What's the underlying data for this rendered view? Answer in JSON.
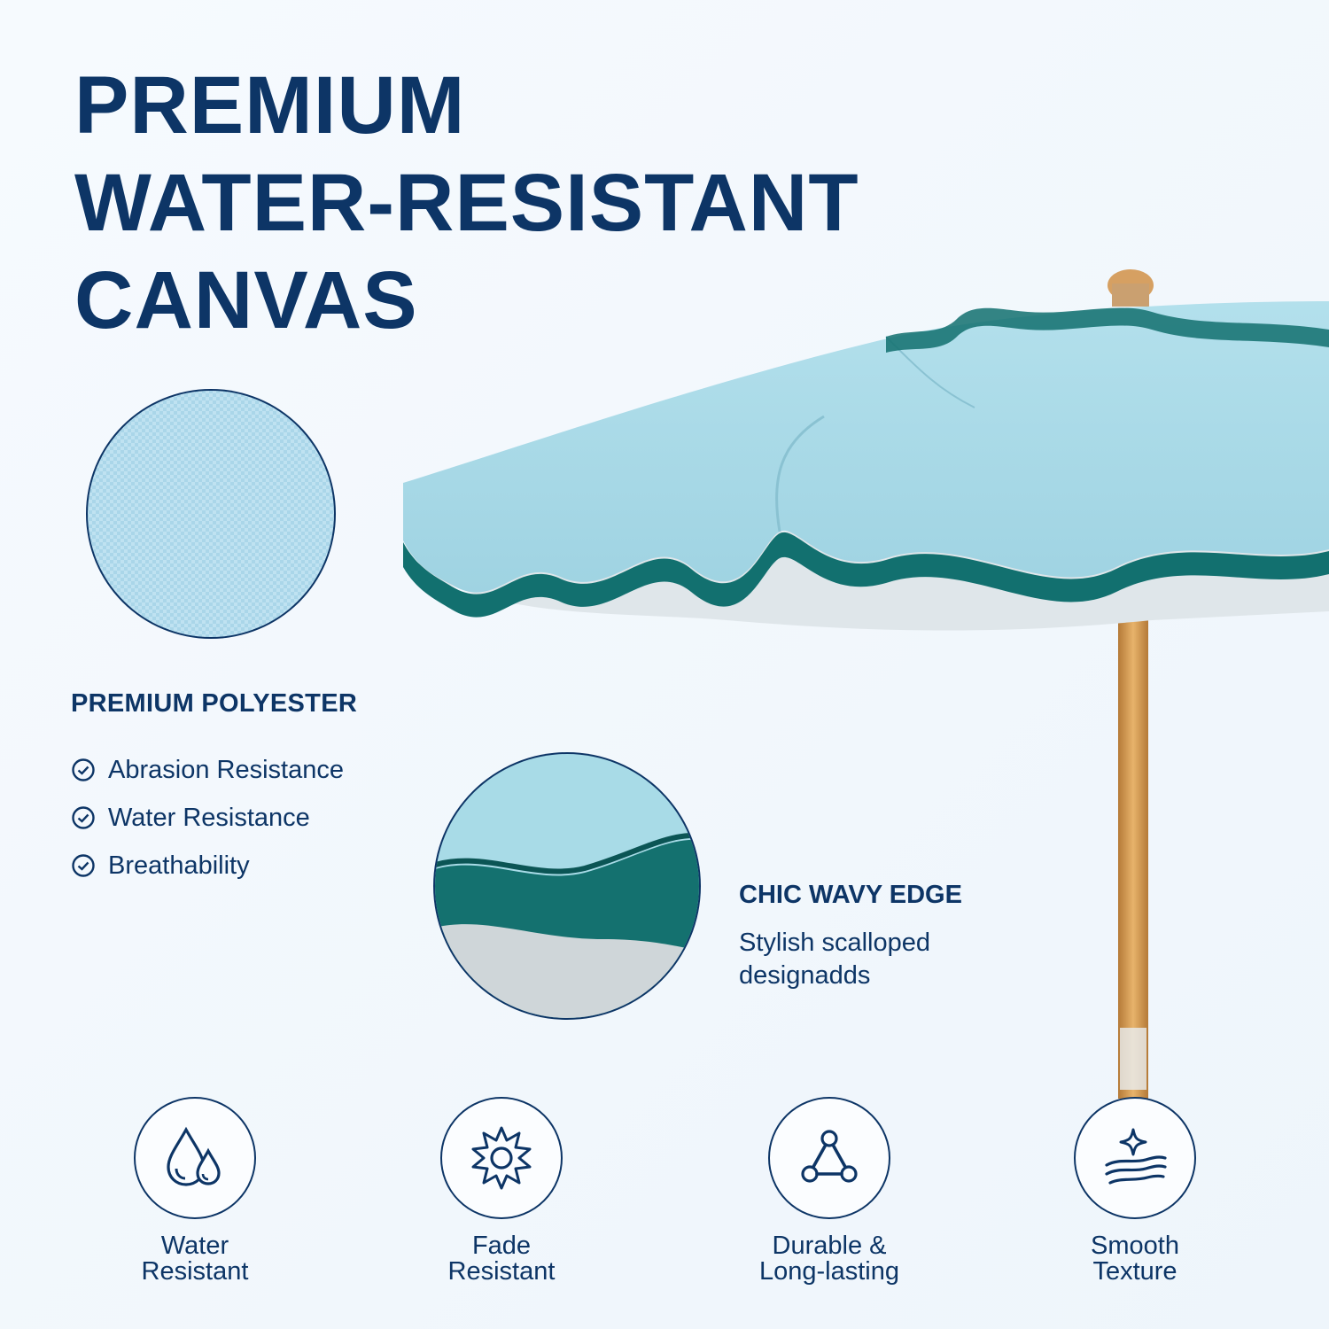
{
  "headline": {
    "line1": "PREMIUM",
    "line2": "WATER-RESISTANT",
    "line3": "CANVAS"
  },
  "material": {
    "title": "PREMIUM POLYESTER",
    "features": [
      {
        "label": "Abrasion Resistance",
        "icon": "check-circle-icon"
      },
      {
        "label": "Water Resistance",
        "icon": "check-circle-icon"
      },
      {
        "label": "Breathability",
        "icon": "check-circle-icon"
      }
    ]
  },
  "edge": {
    "title": "CHIC WAVY EDGE",
    "line1": "Stylish scalloped",
    "line2": "designadds"
  },
  "badges": [
    {
      "line1": "Water",
      "line2": "Resistant",
      "icon": "water-drops-icon"
    },
    {
      "line1": "Fade",
      "line2": "Resistant",
      "icon": "sun-icon"
    },
    {
      "line1": "Durable &",
      "line2": "Long-lasting",
      "icon": "network-icon"
    },
    {
      "line1": "Smooth",
      "line2": "Texture",
      "icon": "sparkle-wave-icon"
    }
  ],
  "colors": {
    "navy": "#0d3566",
    "canopy": "#a7d8e6",
    "trim": "#0f6e6e",
    "pole": "#d29a52",
    "background": "#f4f9fd"
  }
}
